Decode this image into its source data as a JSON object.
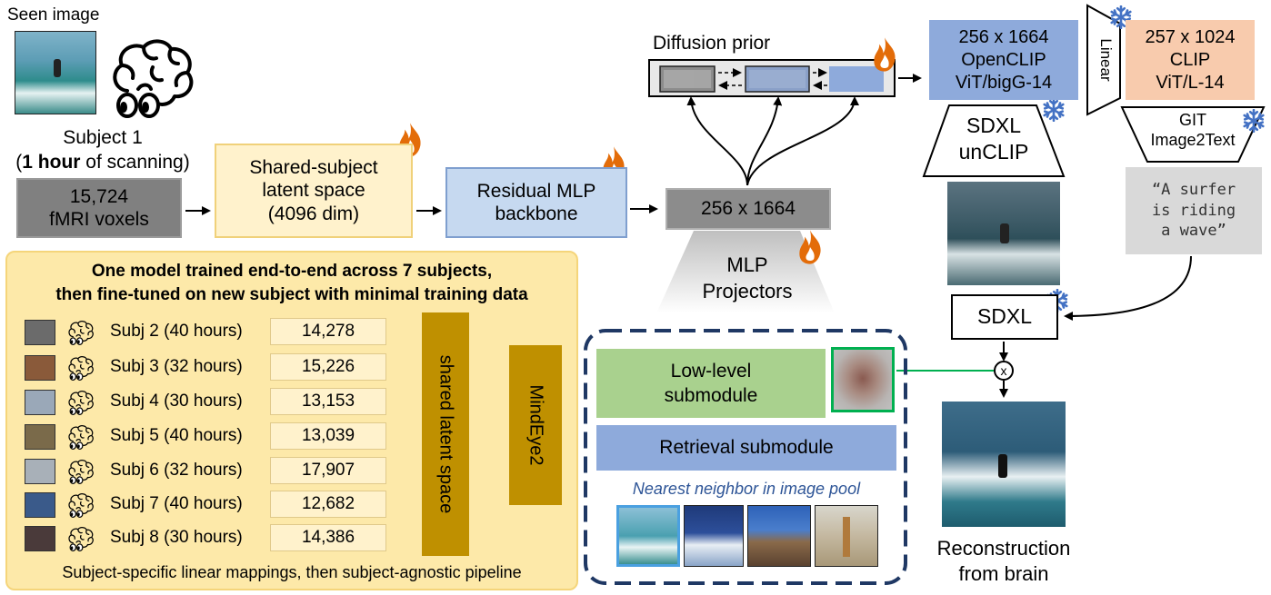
{
  "seen_image": {
    "label": "Seen image"
  },
  "subject1": {
    "line1": "Subject 1",
    "bold": "1 hour",
    "line2_rest": " of scanning)",
    "open_paren": "("
  },
  "voxels": {
    "line1": "15,724",
    "line2": "fMRI voxels"
  },
  "shared_subject": {
    "line1": "Shared-subject",
    "line2": "latent space",
    "line3": "(4096 dim)"
  },
  "residual": {
    "line1": "Residual MLP",
    "line2": "backbone"
  },
  "embed": {
    "label": "256 x 1664"
  },
  "projectors": {
    "line1": "MLP",
    "line2": "Projectors"
  },
  "diffusion_prior": {
    "label": "Diffusion prior"
  },
  "openclip": {
    "line1": "256 x 1664",
    "line2": "OpenCLIP",
    "line3": "ViT/bigG-14"
  },
  "linear": {
    "label": "Linear"
  },
  "clip": {
    "line1": "257 x 1024",
    "line2": "CLIP",
    "line3": "ViT/L-14"
  },
  "sdxl_unclip": {
    "line1": "SDXL",
    "line2": "unCLIP"
  },
  "git": {
    "line1": "GIT",
    "line2": "Image2Text"
  },
  "caption": {
    "line1": "“A surfer",
    "line2": "is riding",
    "line3": "a wave”"
  },
  "sdxl": {
    "label": "SDXL"
  },
  "multiply": {
    "label": "x"
  },
  "reconstruction": {
    "line1": "Reconstruction",
    "line2": "from brain"
  },
  "panel": {
    "title1": "One model trained end-to-end across 7 subjects,",
    "title2": "then fine-tuned on new subject with minimal training data",
    "footer": "Subject-specific linear mappings, then subject-agnostic pipeline",
    "shared_latent": "shared latent space",
    "mindeye": "MindEye2",
    "subjects": [
      {
        "label": "Subj 2 (40 hours)",
        "voxels": "14,278"
      },
      {
        "label": "Subj 3 (32 hours)",
        "voxels": "15,226"
      },
      {
        "label": "Subj 4 (30 hours)",
        "voxels": "13,153"
      },
      {
        "label": "Subj 5 (40 hours)",
        "voxels": "13,039"
      },
      {
        "label": "Subj 6 (32 hours)",
        "voxels": "17,907"
      },
      {
        "label": "Subj 7 (40 hours)",
        "voxels": "12,682"
      },
      {
        "label": "Subj 8 (30 hours)",
        "voxels": "14,386"
      }
    ]
  },
  "lowlevel": {
    "line1": "Low-level",
    "line2": "submodule"
  },
  "retrieval": {
    "label": "Retrieval submodule"
  },
  "nearest": {
    "label": "Nearest neighbor in image pool"
  },
  "colors": {
    "yellow_panel": "#fde9a9",
    "yellow_box": "#fff2cc",
    "blue_box": "#c6d9f0",
    "blue_dark": "#8eaadb",
    "peach": "#f8cbad",
    "gray": "#a6a6a6",
    "gold": "#bf9000",
    "green": "#a9d18e",
    "navy": "#1f3864",
    "flame": "#e36c09",
    "snow": "#4472c4"
  }
}
